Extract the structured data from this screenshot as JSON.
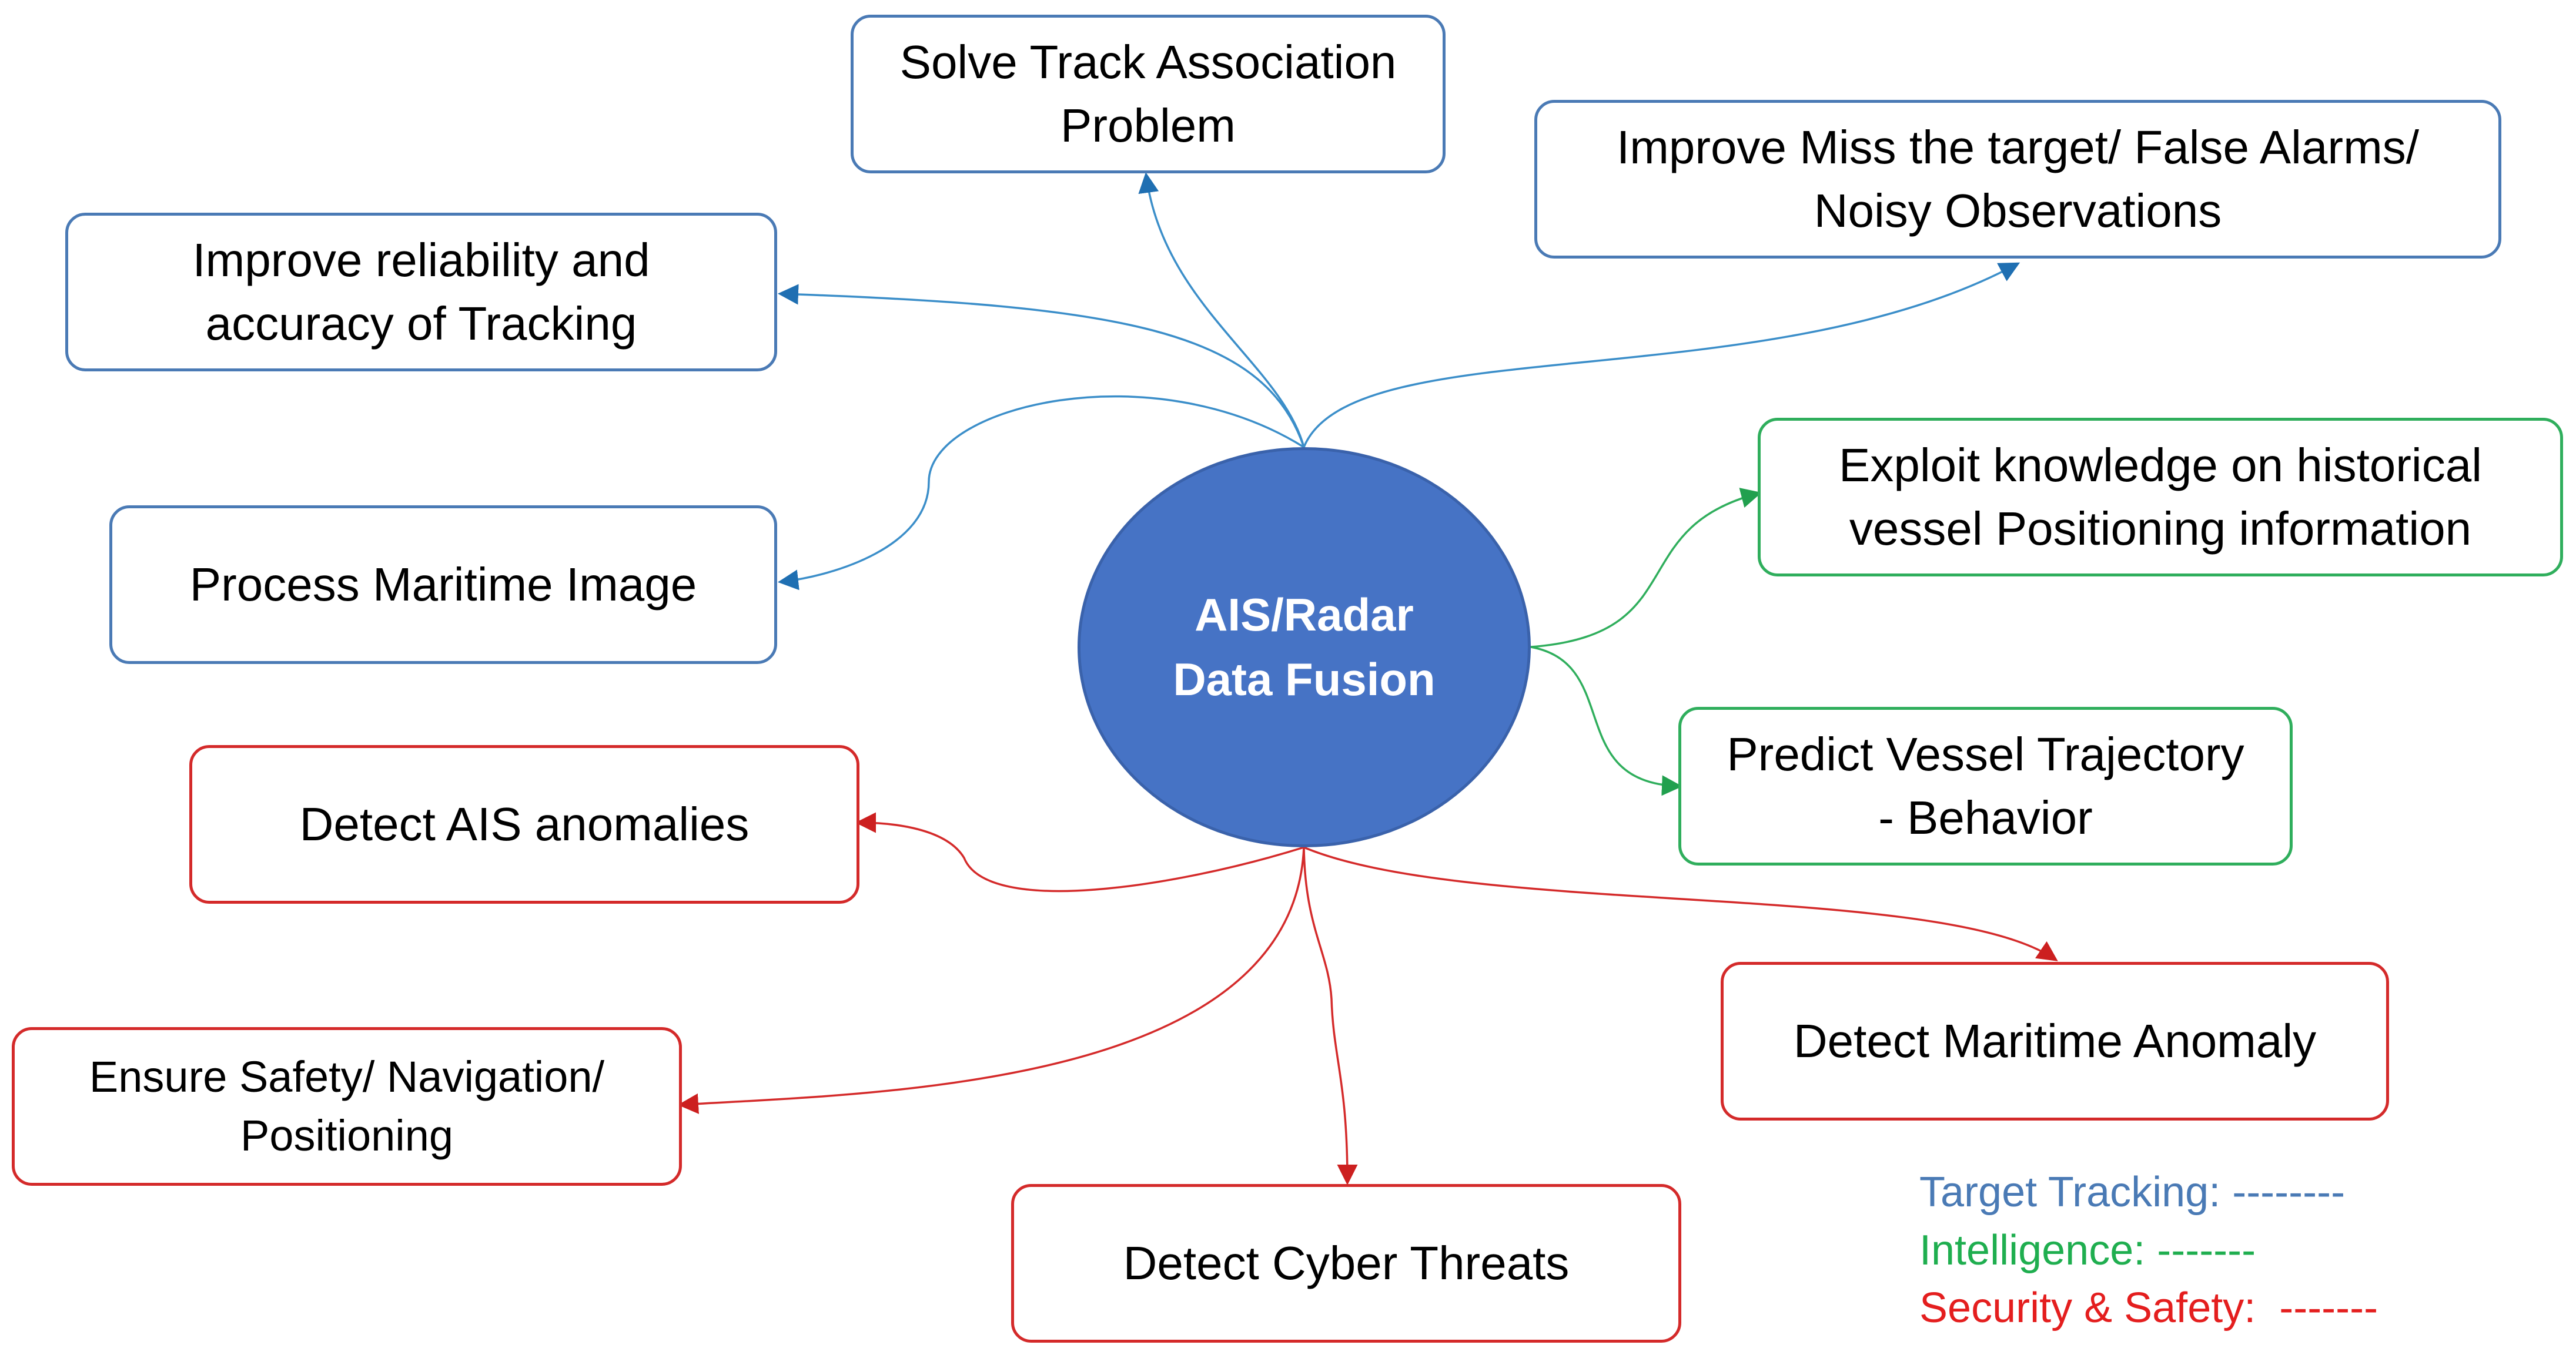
{
  "diagram": {
    "center": {
      "line1": "AIS/Radar",
      "line2": "Data Fusion"
    },
    "nodes": {
      "solve_track": {
        "line1": "Solve Track Association",
        "line2": "Problem"
      },
      "improve_miss": {
        "line1": "Improve Miss the target/ False Alarms/",
        "line2": "Noisy Observations"
      },
      "improve_reliability": {
        "line1": "Improve reliability and",
        "line2": "accuracy of Tracking"
      },
      "process_image": {
        "line1": "Process Maritime Image"
      },
      "exploit_knowledge": {
        "line1": "Exploit knowledge on historical",
        "line2": "vessel Positioning information"
      },
      "predict_trajectory": {
        "line1": "Predict Vessel Trajectory",
        "line2": "- Behavior"
      },
      "detect_ais": {
        "line1": "Detect AIS anomalies"
      },
      "ensure_safety": {
        "line1": "Ensure Safety/ Navigation/",
        "line2": "Positioning"
      },
      "detect_maritime": {
        "line1": "Detect Maritime Anomaly"
      },
      "detect_cyber": {
        "line1": "Detect Cyber Threats"
      }
    },
    "legend": {
      "target_tracking": "Target Tracking: --------",
      "intelligence": "Intelligence: -------",
      "security": "Security & Safety:  -------"
    },
    "colors": {
      "target_tracking": "#4a7ab5",
      "intelligence": "#2fae5c",
      "security": "#d42a2a",
      "center_fill": "#4673c5",
      "connector_blue": "#3b8ec9",
      "connector_green": "#2fae5c",
      "connector_red": "#d42a2a",
      "legend_blue": "#4a7ab5",
      "legend_green": "#1fae4f",
      "legend_red": "#e41e1e"
    }
  }
}
